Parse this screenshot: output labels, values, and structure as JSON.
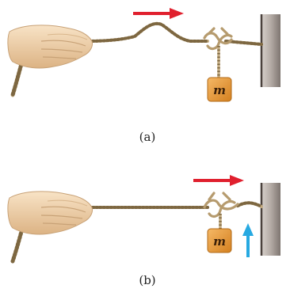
{
  "figure": {
    "panels": [
      {
        "label": "(a)",
        "mass_label": "m"
      },
      {
        "label": "(b)",
        "mass_label": "m"
      }
    ],
    "colors": {
      "pulse_arrow": "#e0202e",
      "block_arrow": "#27a9e1",
      "rope": "#c4ac82",
      "rope_dark": "#7d6741",
      "block": "#e99a3b",
      "wall": "#9c928c",
      "hand": "#efd2ad"
    },
    "icons": [
      "hand-icon",
      "wall-icon",
      "mass-block-icon",
      "arrow-right-icon",
      "arrow-up-icon"
    ]
  }
}
